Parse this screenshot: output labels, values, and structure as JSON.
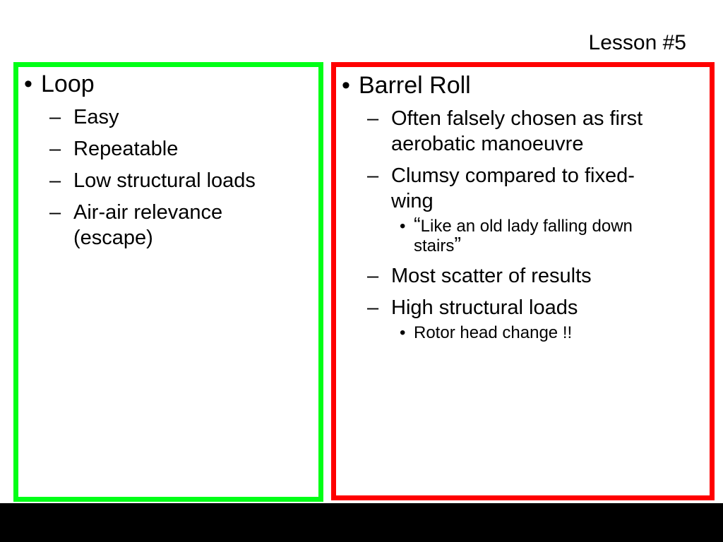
{
  "slide": {
    "title": "Lesson #5",
    "left": {
      "heading": "Loop",
      "items": [
        "Easy",
        "Repeatable",
        "Low structural loads",
        "Air-air relevance",
        "(escape)"
      ]
    },
    "right": {
      "heading": "Barrel Roll",
      "item1_line1": "Often falsely chosen as first",
      "item1_line2": "aerobatic manoeuvre",
      "item2_line1": "Clumsy compared to fixed-",
      "item2_line2": "wing",
      "quote_open": "“",
      "quote_line1": "Like an old lady falling down",
      "quote_line2": "stairs",
      "quote_close": "”",
      "item3": "Most scatter of results",
      "item4": "High structural loads",
      "sub_item": "Rotor head change !!"
    },
    "colors": {
      "left_border": "#00ff16",
      "right_border": "#ff0000",
      "bottom_bar": "#000000"
    }
  }
}
